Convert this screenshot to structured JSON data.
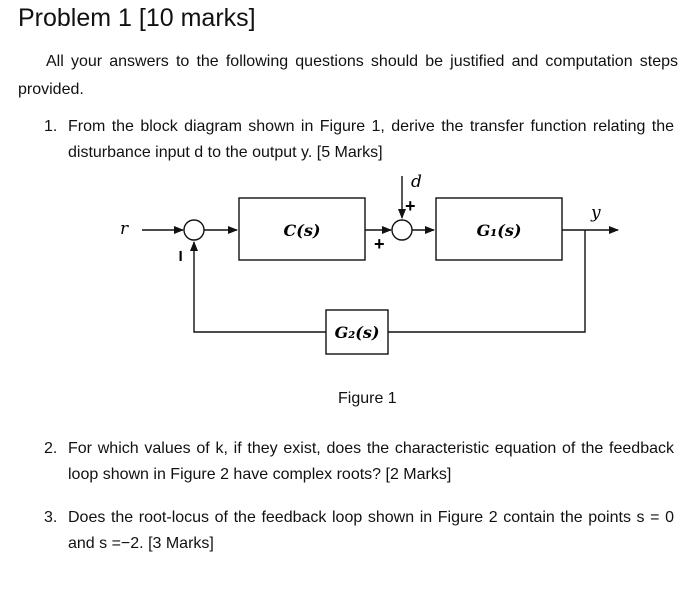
{
  "problem": {
    "title": "Problem 1 [10 marks]",
    "instructions": "All your answers to the following questions should be justified and computation steps provided."
  },
  "questions": [
    {
      "number": "1.",
      "text": "From the block diagram shown in Figure 1, derive the transfer function relating the disturbance input d to the output y. [5 Marks]"
    },
    {
      "number": "2.",
      "text": "For which values of k, if they exist, does the characteristic equation of the feedback loop shown in Figure 2 have complex roots? [2 Marks]"
    },
    {
      "number": "3.",
      "text": "Does the root-locus of the feedback loop shown in Figure 2 contain the points s = 0 and s =−2. [3 Marks]"
    }
  ],
  "figure1": {
    "caption": "Figure 1",
    "input_label": "r",
    "output_label": "y",
    "disturbance_label": "d",
    "blocks": {
      "controller": "C(s)",
      "plant": "G₁(s)",
      "feedback": "G₂(s)"
    },
    "signs": {
      "minus": "−",
      "plus_left": "+",
      "plus_top": "+"
    }
  }
}
